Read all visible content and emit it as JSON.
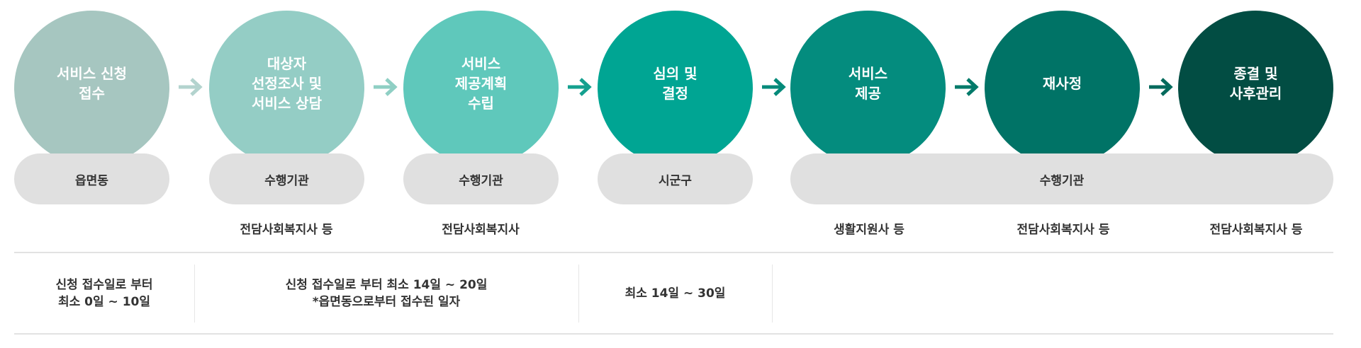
{
  "steps": [
    {
      "label": "서비스 신청\n접수",
      "color": "#a6c6c0"
    },
    {
      "label": "대상자\n선정조사 및\n서비스 상담",
      "color": "#94cdc5"
    },
    {
      "label": "서비스\n제공계획\n수립",
      "color": "#5fc8bb"
    },
    {
      "label": "심의 및\n결정",
      "color": "#00a593"
    },
    {
      "label": "서비스\n제공",
      "color": "#048c7e"
    },
    {
      "label": "재사정",
      "color": "#007366"
    },
    {
      "label": "종결 및\n사후관리",
      "color": "#024d43"
    }
  ],
  "arrow_colors": [
    "#b3d3ce",
    "#8fcfc4",
    "#14a08f",
    "#048a7a",
    "#027a6a",
    "#046a5c"
  ],
  "agencies": [
    "읍면동",
    "수행기관",
    "수행기관",
    "시군구",
    "수행기관"
  ],
  "staff": [
    "전담사회복지사 등",
    "전담사회복지사",
    "생활지원사 등",
    "전담사회복지사 등",
    "전담사회복지사 등"
  ],
  "durations": [
    {
      "line1": "신청 접수일로 부터",
      "line2": "최소 0일 ~ 10일"
    },
    {
      "line1": "신청 접수일로 부터 최소 14일 ~ 20일",
      "line2": "*읍면동으로부터 접수된 일자"
    },
    {
      "line1": "최소 14일 ~ 30일"
    }
  ],
  "pill_color": "#e0e0e0"
}
